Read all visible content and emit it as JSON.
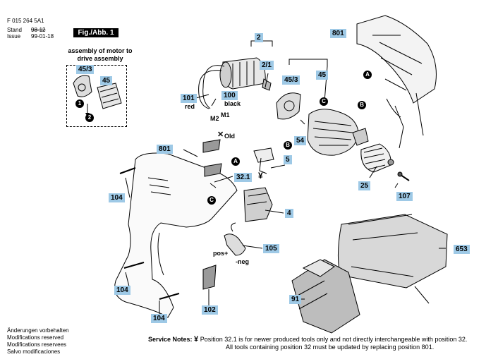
{
  "header": {
    "doc_number": "F 015 264 5A1",
    "stand_label": "Stand",
    "issue_label": "Issue",
    "stand_value": "98-12",
    "issue_value": "99-01-18",
    "fig_label": "Fig./Abb. 1"
  },
  "assembly_note": "assembly of motor to drive assembly",
  "parts": {
    "p2": "2",
    "p2_1": "2/1",
    "p45_3": "45/3",
    "p45": "45",
    "p801_top": "801",
    "p101": "101",
    "p100": "100",
    "p54": "54",
    "p801_mid": "801",
    "p5": "5",
    "p32_1": "32.1",
    "p25": "25",
    "p107": "107",
    "p104_a": "104",
    "p4": "4",
    "p105": "105",
    "p653": "653",
    "p104_b": "104",
    "p91": "91",
    "p102": "102",
    "p104_c": "104",
    "inset_45_3": "45/3",
    "inset_45": "45"
  },
  "labels": {
    "red": "red",
    "black": "black",
    "m2": "M2",
    "m1": "M1",
    "old": "Old",
    "pos": "pos+",
    "neg": "-neg",
    "yen": "¥"
  },
  "markers": {
    "a": "A",
    "b": "B",
    "c": "C",
    "one": "1",
    "two": "2"
  },
  "footer": {
    "notes": [
      "Änderungen vorbehalten",
      "Modifications reserved",
      "Modifications reservees",
      "Salvo modificaciones"
    ],
    "service_label": "Service Notes:",
    "service_line1": "Position 32.1 is for newer produced tools only and not directly interchangeable with position 32.",
    "service_line2": "All tools containing position 32 must be updated by replacing position 801."
  }
}
